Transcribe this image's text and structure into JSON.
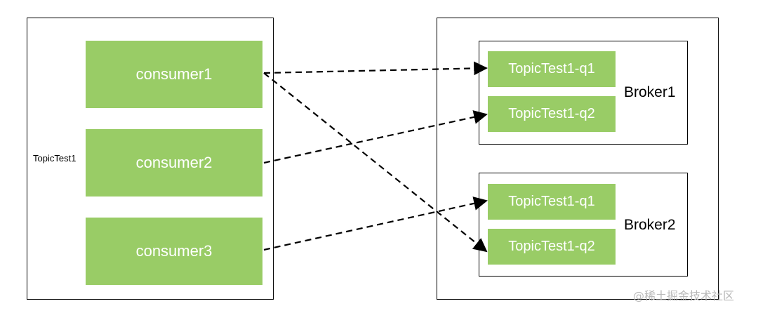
{
  "group": {
    "label": "TopicTest1"
  },
  "consumers": [
    {
      "label": "consumer1"
    },
    {
      "label": "consumer2"
    },
    {
      "label": "consumer3"
    }
  ],
  "brokers": [
    {
      "label": "Broker1",
      "queues": [
        {
          "label": "TopicTest1-q1"
        },
        {
          "label": "TopicTest1-q2"
        }
      ]
    },
    {
      "label": "Broker2",
      "queues": [
        {
          "label": "TopicTest1-q1"
        },
        {
          "label": "TopicTest1-q2"
        }
      ]
    }
  ],
  "edges": [
    {
      "from": "consumer1",
      "to": "Broker1/TopicTest1-q1"
    },
    {
      "from": "consumer1",
      "to": "Broker2/TopicTest1-q2"
    },
    {
      "from": "consumer2",
      "to": "Broker1/TopicTest1-q2"
    },
    {
      "from": "consumer3",
      "to": "Broker2/TopicTest1-q1"
    }
  ],
  "watermark": "@稀土掘金技术社区",
  "colors": {
    "box_fill": "#99cc66",
    "box_text": "#ffffff",
    "line": "#000000"
  }
}
